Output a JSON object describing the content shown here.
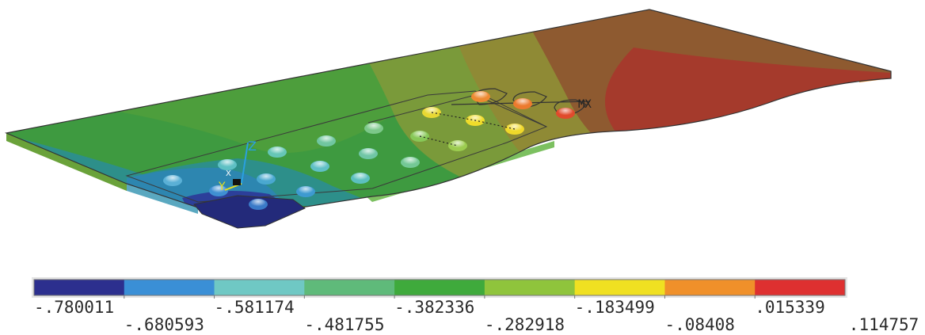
{
  "view": {
    "triad": {
      "z_label": "Z",
      "y_label": "Y",
      "x_label": "X"
    },
    "mx_label": "MX"
  },
  "legend": {
    "colors": [
      "#2c2f8e",
      "#3a8fd6",
      "#6fc8c4",
      "#5fba7a",
      "#3faa3c",
      "#8fc43c",
      "#f0e021",
      "#f0902a",
      "#de3030"
    ],
    "labels": [
      "-.780011",
      "-.680593",
      "-.581174",
      "-.481755",
      "-.382336",
      "-.282918",
      "-.183499",
      "-.08408",
      ".015339",
      ".114757"
    ]
  }
}
